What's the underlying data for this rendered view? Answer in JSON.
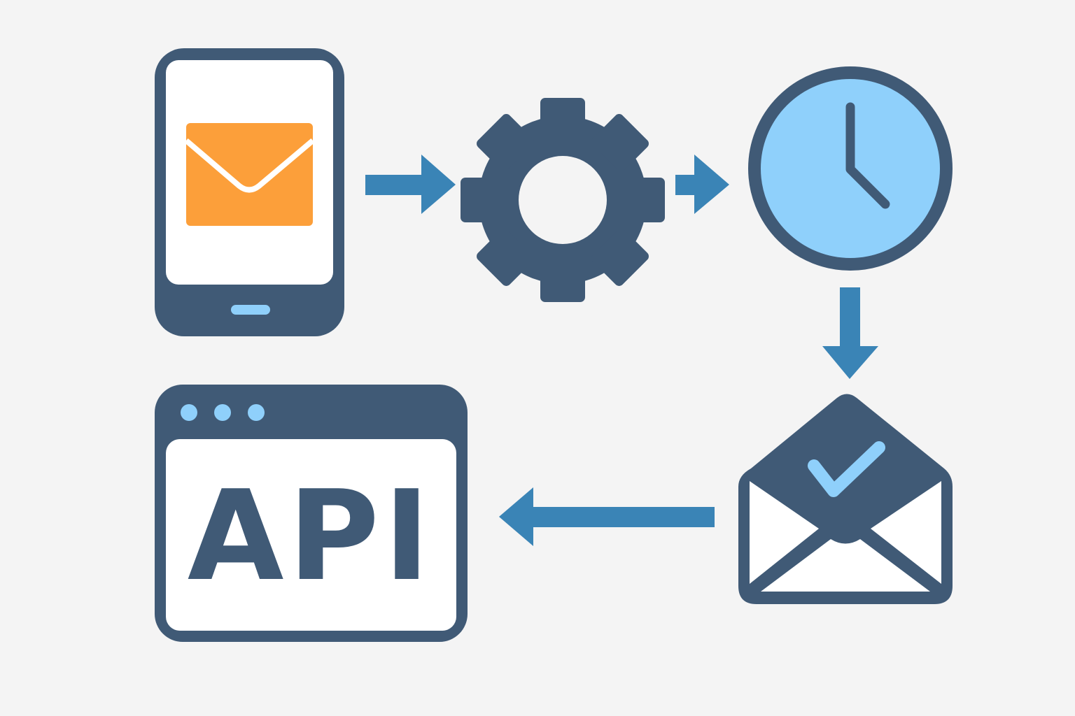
{
  "colors": {
    "background": "#f4f4f4",
    "dark": "#405a76",
    "arrow": "#3a84b6",
    "light_blue": "#8fd0fb",
    "orange": "#fc9f3a",
    "white": "#ffffff"
  },
  "nodes": [
    {
      "id": "phone",
      "icon": "smartphone-icon",
      "inner_icon": "envelope-icon"
    },
    {
      "id": "processing",
      "icon": "gear-icon"
    },
    {
      "id": "scheduled",
      "icon": "clock-icon"
    },
    {
      "id": "delivered",
      "icon": "envelope-check-icon"
    },
    {
      "id": "api",
      "icon": "browser-window-icon",
      "label": "API"
    }
  ],
  "edges": [
    {
      "from": "phone",
      "to": "processing",
      "direction": "right"
    },
    {
      "from": "processing",
      "to": "scheduled",
      "direction": "right"
    },
    {
      "from": "scheduled",
      "to": "delivered",
      "direction": "down"
    },
    {
      "from": "delivered",
      "to": "api",
      "direction": "left"
    }
  ]
}
